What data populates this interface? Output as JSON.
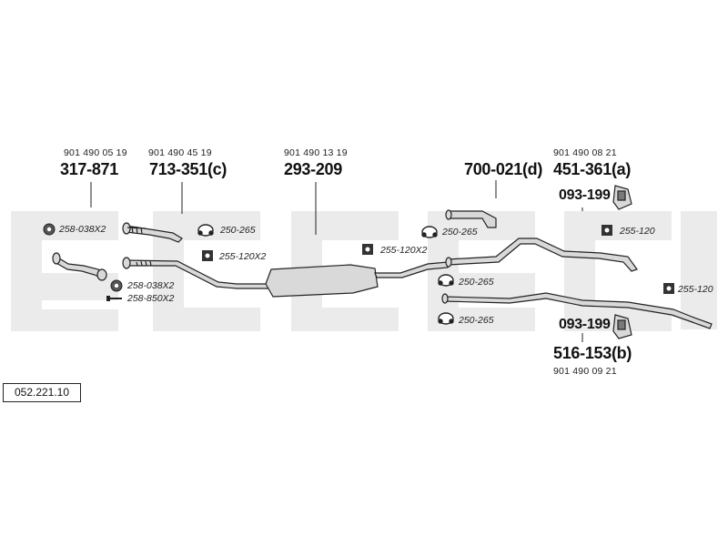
{
  "diagram_id": "052.221.10",
  "colors": {
    "watermark": "#e9e9e9",
    "line": "#222222",
    "part_fill": "#d9d9d9",
    "clamp_fill": "#7a7a7a"
  },
  "groups": [
    {
      "oem": "901 490 05 19",
      "part": "317-871"
    },
    {
      "oem": "901 490 45 19",
      "part": "713-351(c)"
    },
    {
      "oem": "901 490 13 19",
      "part": "293-209"
    },
    {
      "oem": "",
      "part": "700-021(d)"
    },
    {
      "oem": "901 490 08 21",
      "part": "451-361(a)"
    },
    {
      "oem": "",
      "part": "093-199"
    },
    {
      "oem": "",
      "part": "093-199"
    },
    {
      "oem": "901 490 09 21",
      "part": "516-153(b)"
    }
  ],
  "accessories": [
    {
      "code": "258-038X2",
      "icon": "gasket-icon"
    },
    {
      "code": "258-038X2",
      "icon": "nut-icon"
    },
    {
      "code": "258-850X2",
      "icon": "bolt-icon"
    },
    {
      "code": "250-265",
      "icon": "clamp-icon"
    },
    {
      "code": "255-120X2",
      "icon": "rubber-mount-icon"
    },
    {
      "code": "255-120X2",
      "icon": "rubber-mount-icon"
    },
    {
      "code": "250-265",
      "icon": "clamp-icon"
    },
    {
      "code": "250-265",
      "icon": "clamp-icon"
    },
    {
      "code": "250-265",
      "icon": "clamp-icon"
    },
    {
      "code": "255-120",
      "icon": "rubber-mount-icon"
    },
    {
      "code": "255-120",
      "icon": "rubber-mount-icon"
    }
  ]
}
